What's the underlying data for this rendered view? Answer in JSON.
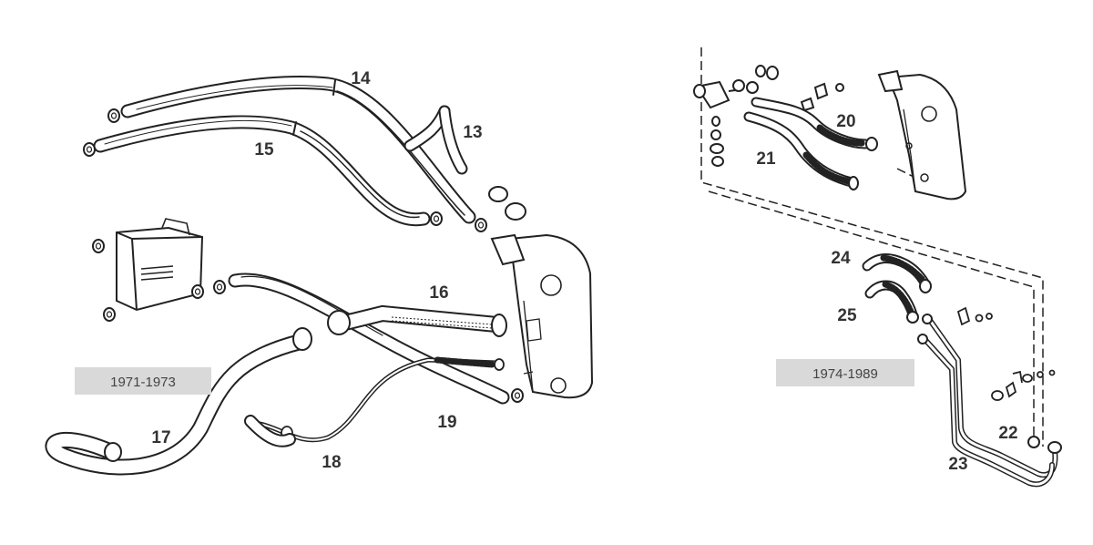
{
  "year_labels": {
    "left": "1971-1973",
    "right": "1974-1989"
  },
  "parts": {
    "p13": "13",
    "p14": "14",
    "p15": "15",
    "p16": "16",
    "p17": "17",
    "p18": "18",
    "p19": "19",
    "p20": "20",
    "p21": "21",
    "p22": "22",
    "p23": "23",
    "p24": "24",
    "p25": "25"
  },
  "colors": {
    "line": "#222222",
    "label_bg": "#d9d9d9",
    "label_text": "#444444"
  }
}
